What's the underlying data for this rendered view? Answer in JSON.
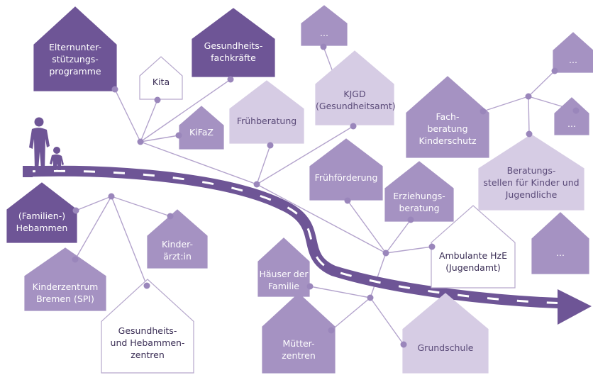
{
  "colors": {
    "dark": "#6e5596",
    "mid": "#a592c2",
    "light": "#d6cce4",
    "white": "#ffffff",
    "stroke": "#b6a8cc",
    "line": "#b3a3cc",
    "node": "#9a86bb",
    "road": "#6e5596"
  },
  "houses": {
    "elternunterstuetzung": "Elternunter-\nstützungs-\nprogramme",
    "gesundheitsfachkraefte": "Gesundheits-\nfachkräfte",
    "kita": "Kita",
    "kifaz": "KiFaZ",
    "fruehberatung": "Frühberatung",
    "ellipsis_top": "...",
    "kjgd": "KJGD\n(Gesundheitsamt)",
    "fachberatung": "Fach-\nberatung\nKinderschutz",
    "ellipsis_right1": "...",
    "ellipsis_right2": "...",
    "beratungsstellen": "Beratungs-\nstellen für Kinder und\nJugendliche",
    "ellipsis_right3": "...",
    "familienhebammen": "(Familien-)\nHebammen",
    "kinderaerzt": "Kinder-\närzt:in",
    "kinderzentrum": "Kinderzentrum\nBremen (SPI)",
    "gesundheitszentren": "Gesundheits-\nund Hebammen-\nzentren",
    "fruehfoerderung": "Frühförderung",
    "erziehungsberatung": "Erziehungs-\nberatung",
    "ambulante_hze": "Ambulante HzE\n(Jugendamt)",
    "haeuser_familie": "Häuser der\nFamilie",
    "muetterzentren": "Mütter-\nzentren",
    "grundschule": "Grundschule"
  }
}
